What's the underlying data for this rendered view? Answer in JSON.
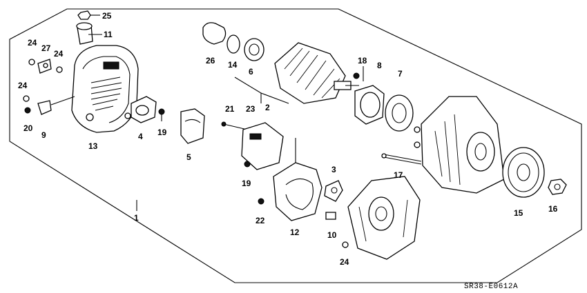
{
  "diagram_code": "SR38-E0612A",
  "labels": {
    "p1": "1",
    "p2": "2",
    "p3": "3",
    "p4": "4",
    "p5": "5",
    "p6": "6",
    "p7": "7",
    "p8": "8",
    "p9": "9",
    "p10": "10",
    "p11": "11",
    "p12": "12",
    "p13": "13",
    "p14": "14",
    "p15": "15",
    "p16": "16",
    "p17": "17",
    "p18": "18",
    "p19a": "19",
    "p19b": "19",
    "p20": "20",
    "p21": "21",
    "p22": "22",
    "p23": "23",
    "p24a": "24",
    "p24b": "24",
    "p24c": "24",
    "p24d": "24",
    "p25": "25",
    "p26": "26",
    "p27": "27"
  }
}
